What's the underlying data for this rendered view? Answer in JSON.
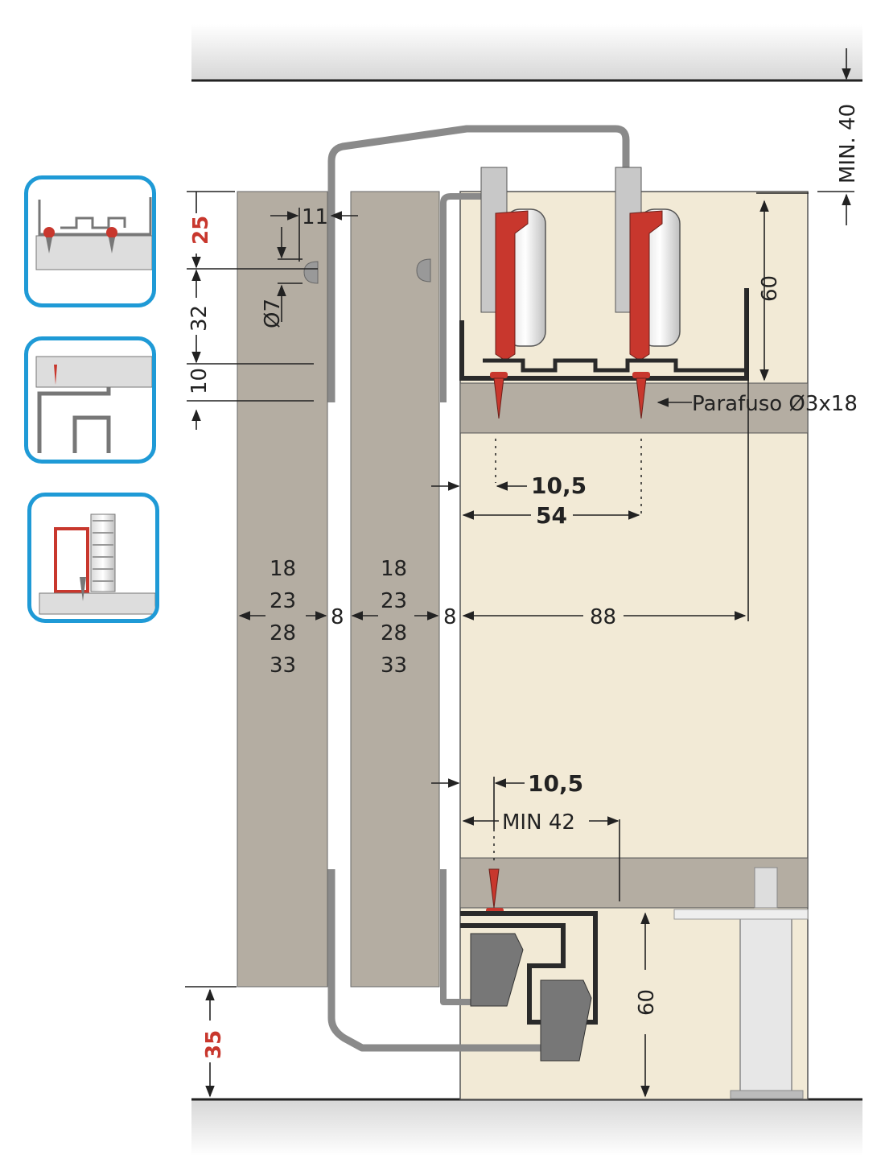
{
  "dimensions": {
    "min_ceiling": "MIN. 40",
    "top_offset": "25",
    "hole_spacing": "32",
    "hole_depth": "10",
    "hole_diameter": "Ø7",
    "edge_distance": "11",
    "track_height_top": "60",
    "screw_label": "Parafuso Ø3x18",
    "top_screw_offset": "10,5",
    "screw_spacing": "54",
    "door_thicknesses_1": [
      "18",
      "23",
      "28",
      "33"
    ],
    "door_thicknesses_2": [
      "18",
      "23",
      "28",
      "33"
    ],
    "gap_1": "8",
    "gap_2": "8",
    "profile_depth": "88",
    "bottom_screw_offset": "10,5",
    "bottom_min": "MIN 42",
    "track_height_bottom": "60",
    "floor_gap": "35"
  },
  "colors": {
    "door": "#b4ada2",
    "cabinet": "#f2ead6",
    "shelf": "#b4ada2",
    "highlight_red": "#c8372d",
    "thumb_border": "#1f9ad6"
  }
}
